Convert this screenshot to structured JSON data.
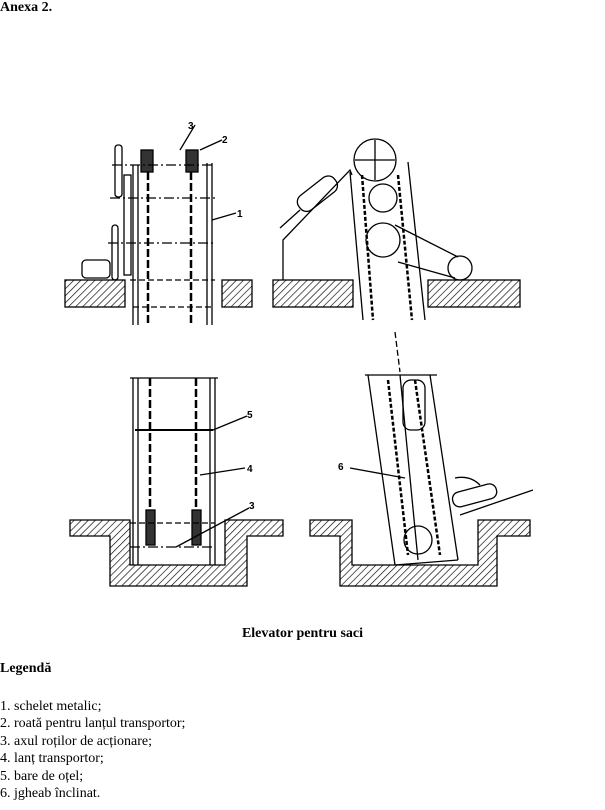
{
  "heading": "Anexa 2.",
  "figure": {
    "caption": "Elevator pentru saci",
    "callouts": {
      "top_left": [
        "3",
        "2",
        "1"
      ],
      "bottom_left": [
        "5",
        "4",
        "3"
      ],
      "bottom_right": [
        "6"
      ]
    }
  },
  "legend": {
    "title": "Legendă",
    "items": [
      "1. schelet metalic;",
      "2. roată pentru lanțul transportor;",
      "3. axul roților de acționare;",
      "4. lanț transportor;",
      "5. bare de oțel;",
      "6. jgheab înclinat."
    ]
  }
}
